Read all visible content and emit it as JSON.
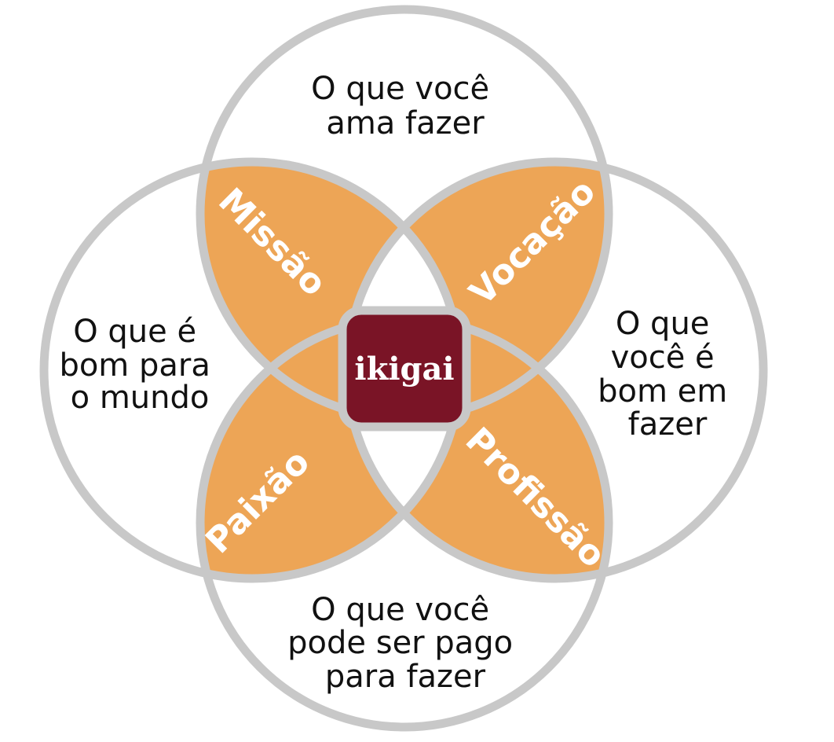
{
  "colors": {
    "ring": "#c8c8c8",
    "petal": "#eda556",
    "center": "#7a1426",
    "text": "#111111",
    "petal_text": "#ffffff"
  },
  "circles": {
    "top": {
      "lines": [
        "O que você",
        "ama fazer"
      ]
    },
    "left": {
      "lines": [
        "O que é",
        "bom para",
        "o mundo"
      ]
    },
    "right": {
      "lines": [
        "O que",
        "você é",
        "bom em",
        "fazer"
      ]
    },
    "bottom": {
      "lines": [
        "O que você",
        "pode ser pago",
        "para fazer"
      ]
    }
  },
  "overlaps": {
    "top_left": "Missão",
    "top_right": "Vocação",
    "bottom_left": "Paixão",
    "bottom_right": "Profissão"
  },
  "center": {
    "label": "ikigai"
  }
}
